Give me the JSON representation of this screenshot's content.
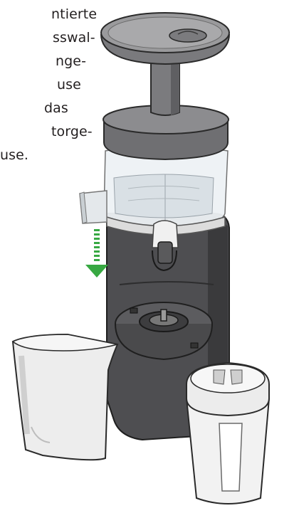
{
  "instructions": {
    "lines": [
      "ntierte",
      "sswal-",
      "nge-",
      "use",
      "das",
      "torge-",
      "use."
    ]
  },
  "illustration": {
    "parts": [
      "lid",
      "feed-chute",
      "juicing-bowl",
      "pulp-outlet",
      "juice-spout",
      "motor-base",
      "drive-shaft",
      "pulp-container",
      "juice-jug"
    ],
    "arrow_direction": "down",
    "colors": {
      "body_dark": "#4b4b4d",
      "body_mid": "#6b6b6e",
      "lid_gray": "#8e8e90",
      "bowl_transparent": "#e9eef2",
      "outline": "#2a2a2a",
      "arrow_green": "#35a73f"
    }
  }
}
